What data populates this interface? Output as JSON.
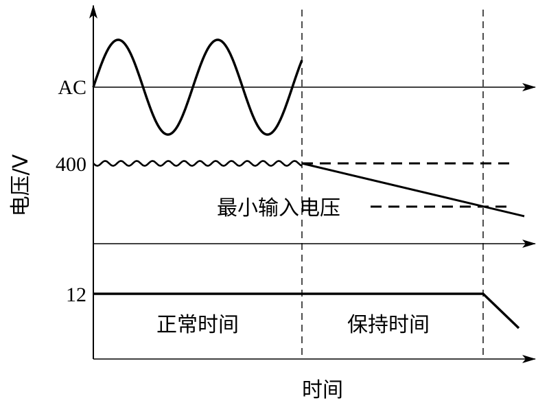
{
  "labels": {
    "ac": "AC",
    "v400": "400",
    "v12": "12",
    "min_input_voltage": "最小输入电压",
    "normal_time": "正常时间",
    "hold_time": "保持时间",
    "y_axis": "电压/V",
    "x_axis": "时间"
  },
  "colors": {
    "ink": "#000000",
    "background": "#ffffff"
  }
}
